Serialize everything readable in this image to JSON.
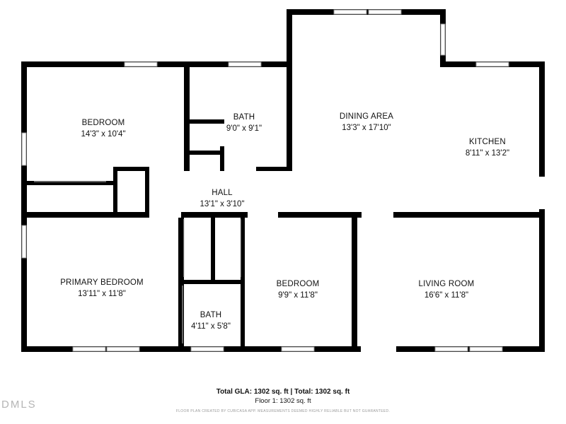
{
  "rooms": [
    {
      "id": "bedroom-1",
      "name": "BEDROOM",
      "dims": "14'3\" x 10'4\""
    },
    {
      "id": "bath-1",
      "name": "BATH",
      "dims": "9'0\" x 9'1\""
    },
    {
      "id": "dining-area",
      "name": "DINING AREA",
      "dims": "13'3\" x 17'10\""
    },
    {
      "id": "kitchen",
      "name": "KITCHEN",
      "dims": "8'11\" x 13'2\""
    },
    {
      "id": "hall",
      "name": "HALL",
      "dims": "13'1\" x 3'10\""
    },
    {
      "id": "primary-bedroom",
      "name": "PRIMARY BEDROOM",
      "dims": "13'11\" x 11'8\""
    },
    {
      "id": "bedroom-2",
      "name": "BEDROOM",
      "dims": "9'9\" x 11'8\""
    },
    {
      "id": "living-room",
      "name": "LIVING ROOM",
      "dims": "16'6\" x 11'8\""
    },
    {
      "id": "bath-2",
      "name": "BATH",
      "dims": "4'11\" x 5'8\""
    }
  ],
  "summary": {
    "total_line": "Total GLA: 1302 sq. ft | Total: 1302 sq. ft",
    "floor_line": "Floor 1: 1302 sq. ft"
  },
  "disclaimer": "FLOOR PLAN CREATED BY CUBICASA APP. MEASUREMENTS DEEMED HIGHLY RELIABLE BUT NOT GUARANTEED.",
  "brand": "DMLS",
  "colors": {
    "wall": "#000000",
    "window": "#9a9a9a",
    "background": "#ffffff"
  }
}
